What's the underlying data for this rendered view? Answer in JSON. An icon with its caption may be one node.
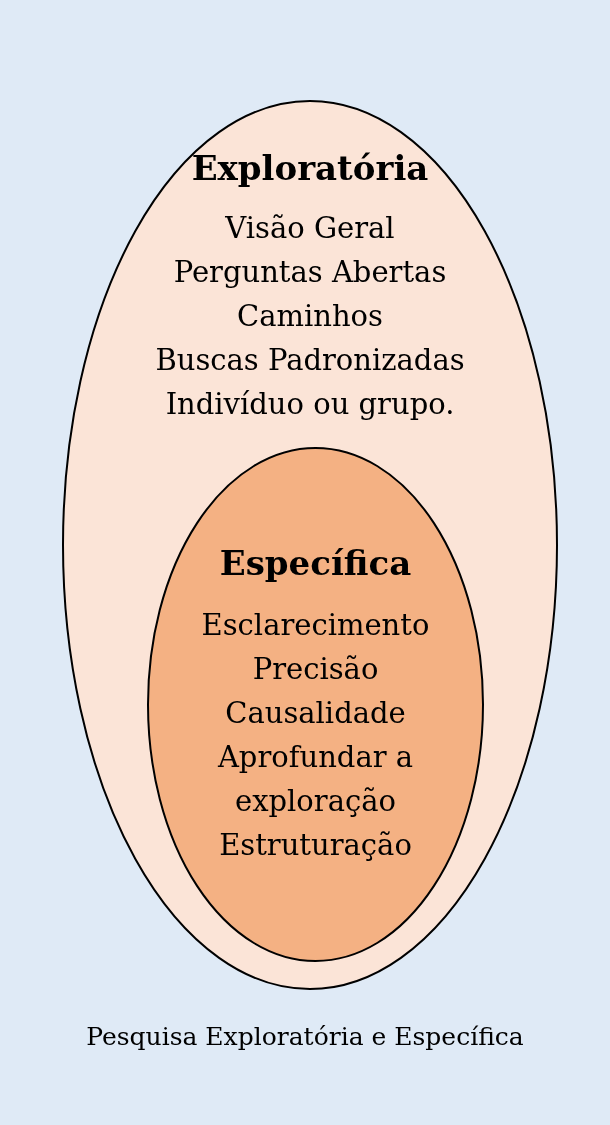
{
  "diagram": {
    "caption": "Pesquisa Exploratória e Específica",
    "nodes": [
      {
        "text": [
          "Exploratória",
          "Visão Geral",
          "Perguntas Abertas",
          "Caminhos",
          "Buscas Padronizadas",
          "Indivíduo ou grupo."
        ]
      },
      {
        "text": [
          "Específica",
          "Esclarecimento",
          "Precisão",
          "Causalidade",
          "Aprofundar a exploração",
          "Estruturação"
        ],
        "in": 0
      }
    ],
    "edges": []
  }
}
